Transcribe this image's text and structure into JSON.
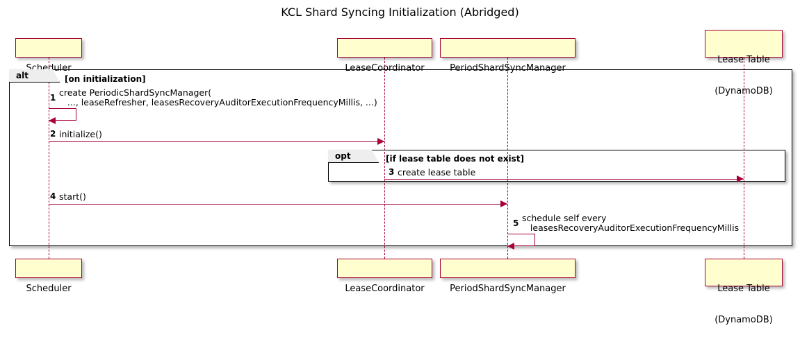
{
  "title": "KCL Shard Syncing Initialization (Abridged)",
  "participants": [
    {
      "id": "scheduler",
      "lines": [
        "Scheduler"
      ]
    },
    {
      "id": "leasecoord",
      "lines": [
        "LeaseCoordinator"
      ]
    },
    {
      "id": "psm",
      "lines": [
        "PeriodShardSyncManager"
      ]
    },
    {
      "id": "leasetable",
      "lines": [
        "Lease Table",
        "(DynamoDB)"
      ]
    }
  ],
  "fragments": [
    {
      "id": "alt",
      "label": "alt",
      "condition": "[on initialization]"
    },
    {
      "id": "opt",
      "label": "opt",
      "condition": "[if lease table does not exist]"
    }
  ],
  "messages": [
    {
      "num": "1",
      "kind": "self",
      "from": "scheduler",
      "to": "scheduler",
      "lines": [
        "create PeriodicShardSyncManager(",
        "   ..., leaseRefresher, leasesRecoveryAuditorExecutionFrequencyMillis, ...)"
      ]
    },
    {
      "num": "2",
      "kind": "call",
      "from": "scheduler",
      "to": "leasecoord",
      "lines": [
        "initialize()"
      ]
    },
    {
      "num": "3",
      "kind": "call",
      "from": "leasecoord",
      "to": "leasetable",
      "lines": [
        "create lease table"
      ]
    },
    {
      "num": "4",
      "kind": "call",
      "from": "scheduler",
      "to": "psm",
      "lines": [
        "start()"
      ]
    },
    {
      "num": "5",
      "kind": "self",
      "from": "psm",
      "to": "psm",
      "lines": [
        "schedule self every",
        "   leasesRecoveryAuditorExecutionFrequencyMillis"
      ]
    }
  ],
  "colors": {
    "participant_fill": "#FEFECE",
    "participant_border": "#A80036",
    "arrow": "#A80036",
    "fragment_border": "#000000",
    "fragment_tab_fill": "#EEEEEE",
    "background": "#FFFFFF",
    "text": "#000000"
  }
}
